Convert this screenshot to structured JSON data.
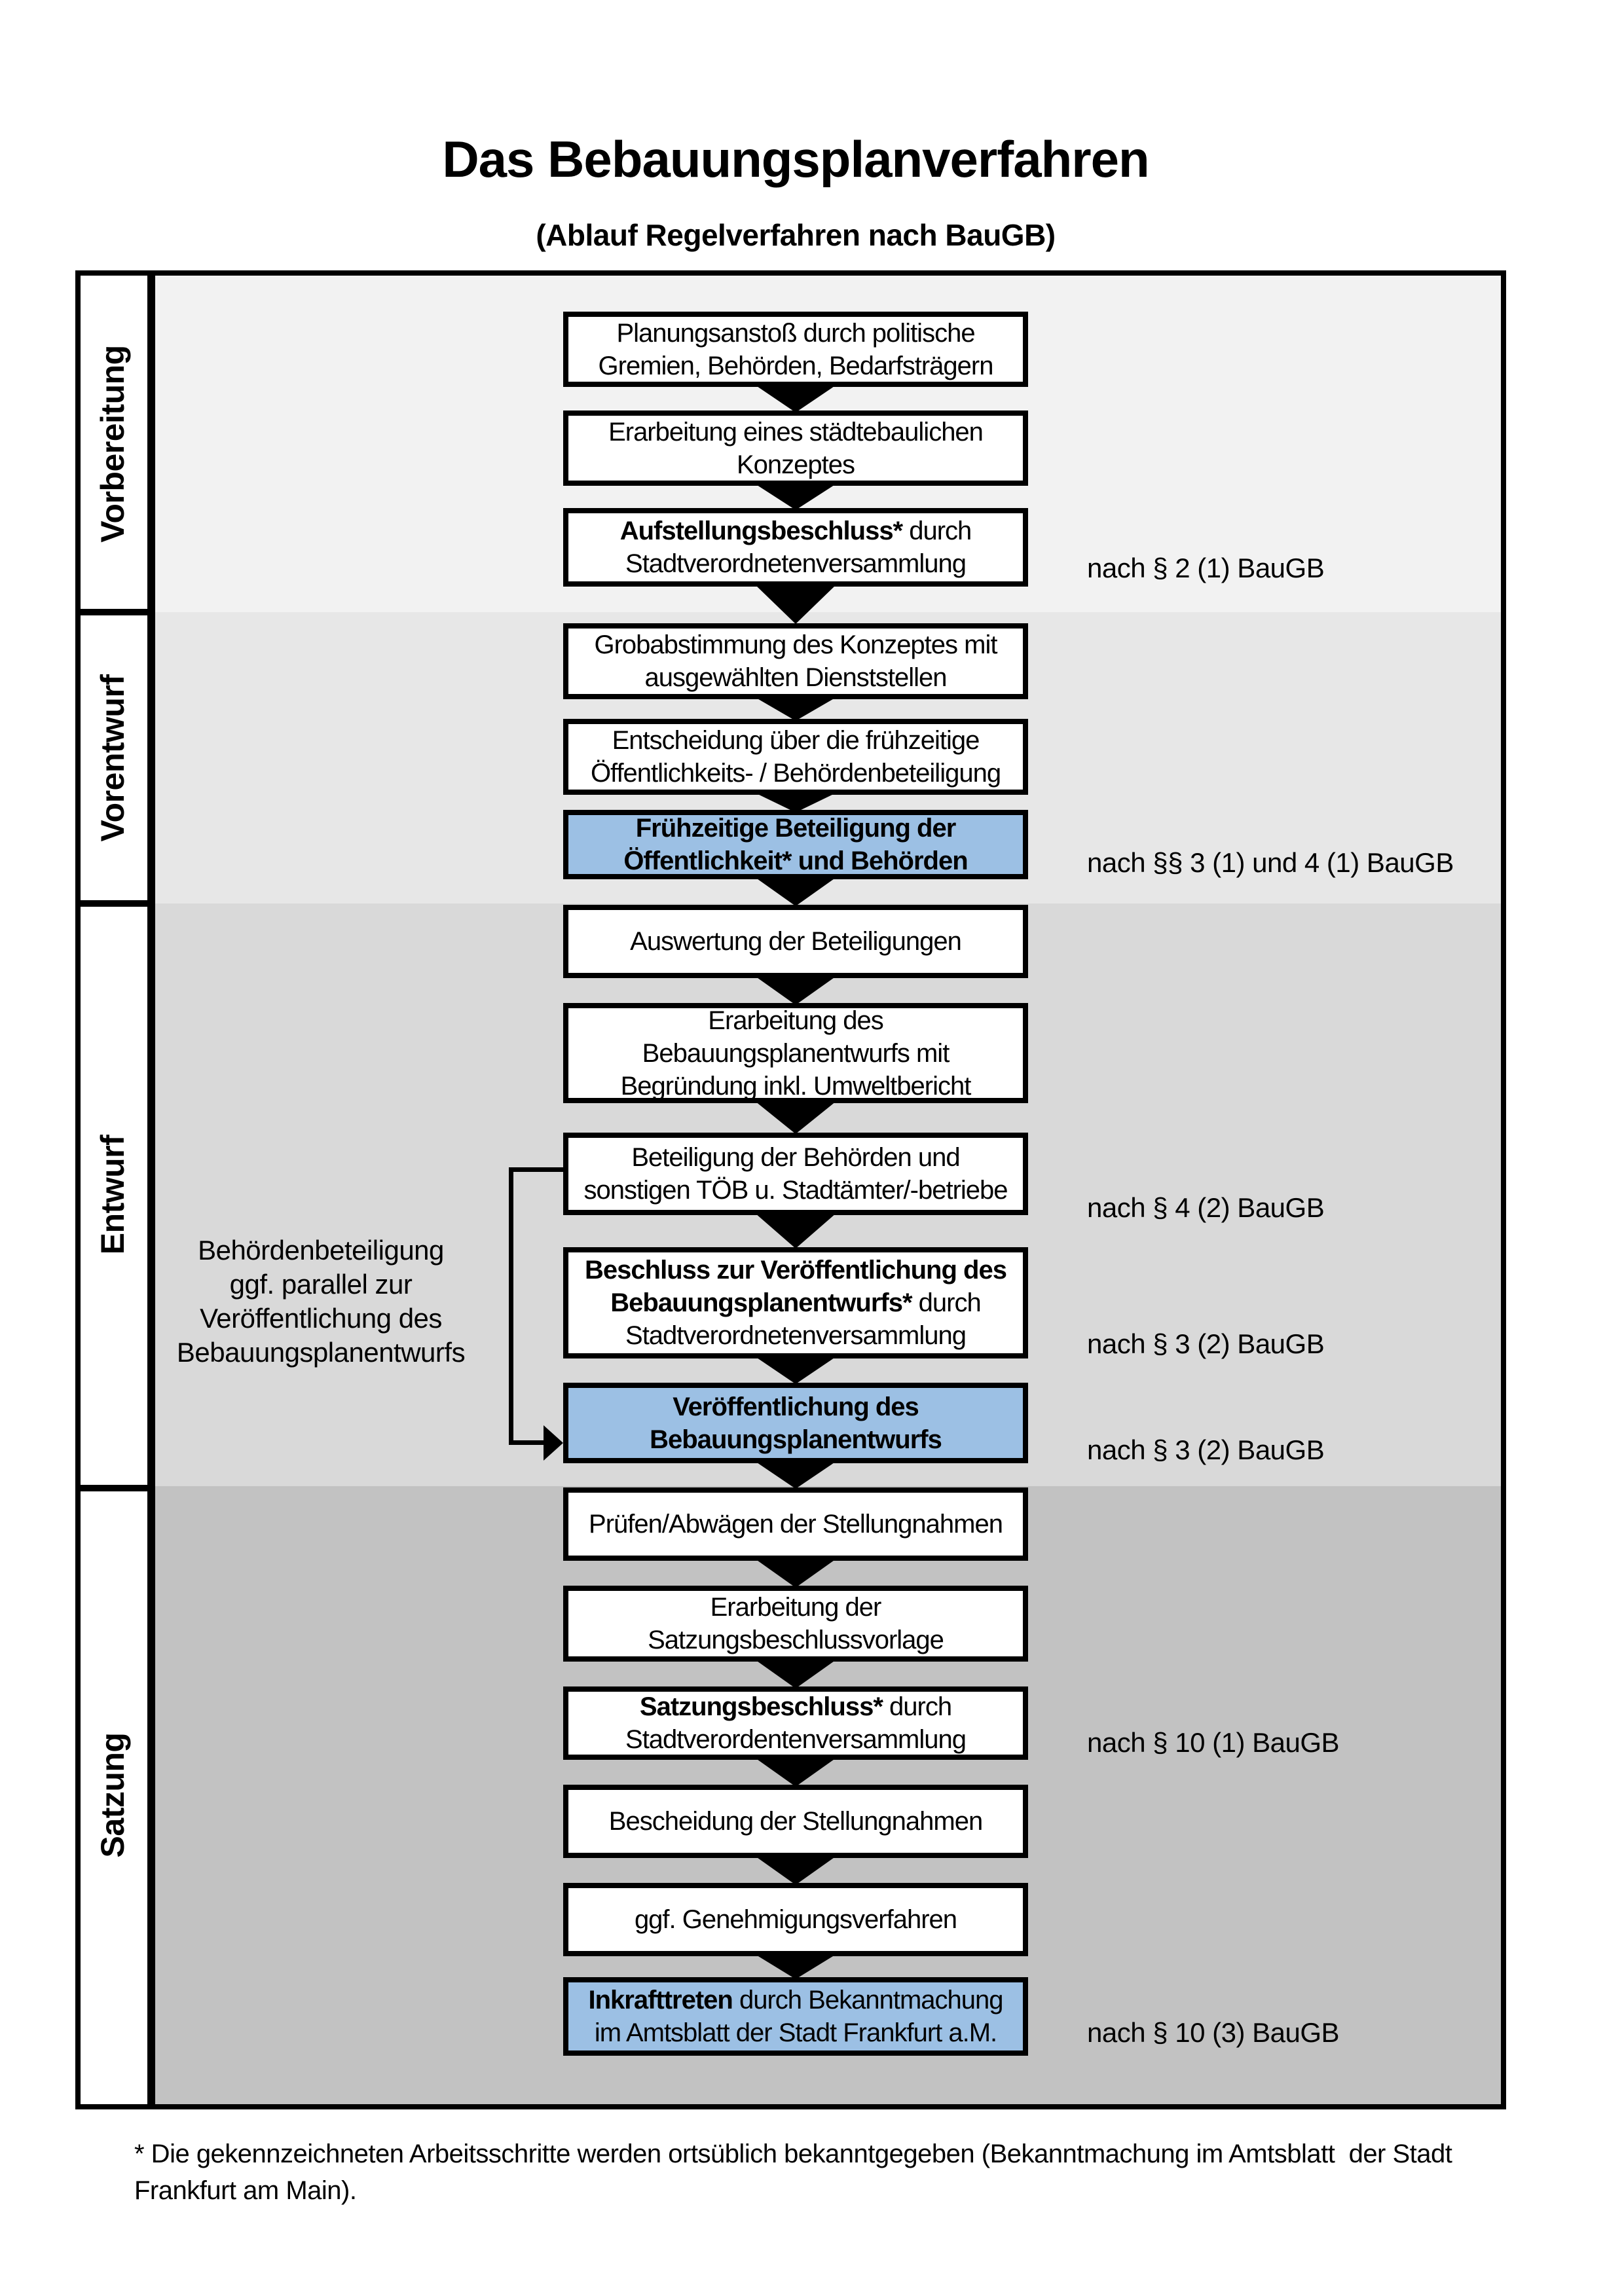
{
  "title": "Das Bebauungsplanverfahren",
  "subtitle": "(Ablauf Regelverfahren nach BauGB)",
  "phases": [
    "Vorbereitung",
    "Vorentwurf",
    "Entwurf",
    "Satzung"
  ],
  "boxes": [
    {
      "lines": [
        {
          "b": "",
          "t": "Planungsanstoß durch politische"
        },
        {
          "b": "",
          "t": "Gremien, Behörden, Bedarfsträgern"
        }
      ]
    },
    {
      "lines": [
        {
          "b": "",
          "t": "Erarbeitung eines städtebaulichen"
        },
        {
          "b": "",
          "t": "Konzeptes"
        }
      ]
    },
    {
      "lines": [
        {
          "b": "Aufstellungsbeschluss*",
          "t": " durch"
        },
        {
          "b": "",
          "t": "Stadtverordnetenversammlung"
        }
      ]
    },
    {
      "lines": [
        {
          "b": "",
          "t": "Grobabstimmung des Konzeptes mit"
        },
        {
          "b": "",
          "t": "ausgewählten Dienststellen"
        }
      ]
    },
    {
      "lines": [
        {
          "b": "",
          "t": "Entscheidung über die frühzeitige"
        },
        {
          "b": "",
          "t": "Öffentlichkeits- / Behördenbeteiligung"
        }
      ]
    },
    {
      "lines": [
        {
          "b": "Frühzeitige Beteiligung der",
          "t": ""
        },
        {
          "b": "Öffentlichkeit* und Behörden",
          "t": ""
        }
      ]
    },
    {
      "lines": [
        {
          "b": "",
          "t": "Auswertung der Beteiligungen"
        }
      ]
    },
    {
      "lines": [
        {
          "b": "",
          "t": "Erarbeitung des"
        },
        {
          "b": "",
          "t": "Bebauungsplanentwurfs mit"
        },
        {
          "b": "",
          "t": "Begründung inkl. Umweltbericht"
        }
      ]
    },
    {
      "lines": [
        {
          "b": "",
          "t": "Beteiligung der Behörden und"
        },
        {
          "b": "",
          "t": "sonstigen TÖB u. Stadtämter/-betriebe"
        }
      ]
    },
    {
      "lines": [
        {
          "b": "Beschluss zur Veröffentlichung des",
          "t": ""
        },
        {
          "b": "Bebauungsplanentwurfs*",
          "t": " durch"
        },
        {
          "b": "",
          "t": "Stadtverordnetenversammlung"
        }
      ]
    },
    {
      "lines": [
        {
          "b": "Veröffentlichung des",
          "t": ""
        },
        {
          "b": "Bebauungsplanentwurfs",
          "t": ""
        }
      ]
    },
    {
      "lines": [
        {
          "b": "",
          "t": "Prüfen/Abwägen der Stellungnahmen"
        }
      ]
    },
    {
      "lines": [
        {
          "b": "",
          "t": "Erarbeitung der"
        },
        {
          "b": "",
          "t": "Satzungsbeschlussvorlage"
        }
      ]
    },
    {
      "lines": [
        {
          "b": "Satzungsbeschluss*",
          "t": " durch"
        },
        {
          "b": "",
          "t": "Stadtverordentenversammlung"
        }
      ]
    },
    {
      "lines": [
        {
          "b": "",
          "t": "Bescheidung der Stellungnahmen"
        }
      ]
    },
    {
      "lines": [
        {
          "b": "",
          "t": "ggf. Genehmigungsverfahren"
        }
      ]
    },
    {
      "lines": [
        {
          "b": "Inkrafttreten",
          "t": " durch Bekanntmachung"
        },
        {
          "b": "",
          "t": "im Amtsblatt der Stadt Frankfurt a.M."
        }
      ]
    }
  ],
  "annotations": [
    {
      "text": "nach § 2 (1) BauGB"
    },
    {
      "text": "nach §§ 3 (1) und 4 (1) BauGB"
    },
    {
      "text": "nach § 4 (2) BauGB"
    },
    {
      "text": "nach § 3 (2) BauGB"
    },
    {
      "text": "nach § 3 (2) BauGB"
    },
    {
      "text": "nach § 10 (1) BauGB"
    },
    {
      "text": "nach § 10 (3) BauGB"
    }
  ],
  "side_note": {
    "lines": [
      "Behördenbeteiligung",
      "ggf. parallel zur",
      "Veröffentlichung des",
      "Bebauungsplanentwurfs"
    ]
  },
  "footnote": {
    "lines": [
      "* Die gekennzeichneten Arbeitsschritte werden ortsüblich bekanntgegeben (Bekanntmachung im Amtsblatt  der Stadt",
      "Frankfurt am Main)."
    ]
  },
  "colors": {
    "band_vorbereitung": "#f2f2f2",
    "band_vorentwurf": "#e7e7e7",
    "band_entwurf": "#d9d9d9",
    "band_satzung": "#c2c2c2",
    "highlight_blue": "#9CC0E4",
    "line": "#000000"
  }
}
